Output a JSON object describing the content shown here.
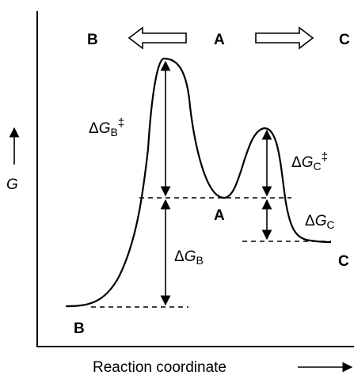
{
  "labels": {
    "top_left": "B",
    "top_center": "A",
    "top_right": "C",
    "state_A": "A",
    "state_B": "B",
    "state_C": "C",
    "y_axis": "G",
    "x_axis": "Reaction coordinate"
  },
  "energy_labels": {
    "delta": "Δ",
    "G": "G",
    "dagger": "‡",
    "b_barrier_sub": "B",
    "b_reaction_sub": "B",
    "c_barrier_sub": "C",
    "c_reaction_sub": "C"
  },
  "colors": {
    "ink": "#000000",
    "background": "#ffffff"
  }
}
